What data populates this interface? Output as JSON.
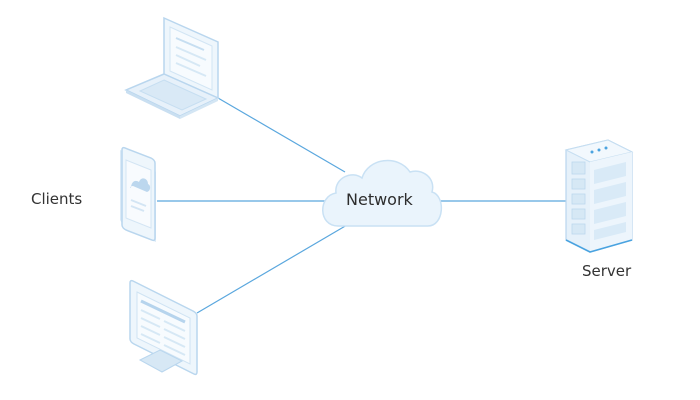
{
  "labels": {
    "clients": "Clients",
    "network": "Network",
    "server": "Server"
  },
  "nodes": [
    {
      "id": "laptop",
      "kind": "client",
      "icon": "laptop-icon"
    },
    {
      "id": "phone",
      "kind": "client",
      "icon": "phone-icon"
    },
    {
      "id": "desktop",
      "kind": "client",
      "icon": "desktop-monitor-icon"
    },
    {
      "id": "network",
      "kind": "network",
      "icon": "cloud-icon"
    },
    {
      "id": "server",
      "kind": "server",
      "icon": "server-rack-icon"
    }
  ],
  "connections": [
    {
      "from": "laptop",
      "to": "network"
    },
    {
      "from": "phone",
      "to": "network"
    },
    {
      "from": "desktop",
      "to": "network"
    },
    {
      "from": "network",
      "to": "server"
    }
  ],
  "colors": {
    "line": "#5aa7de",
    "device_fill": "#eef6fc",
    "device_stroke": "#b9d6ee",
    "accent": "#4aa3e0",
    "cloud_fill": "#eaf4fc"
  }
}
